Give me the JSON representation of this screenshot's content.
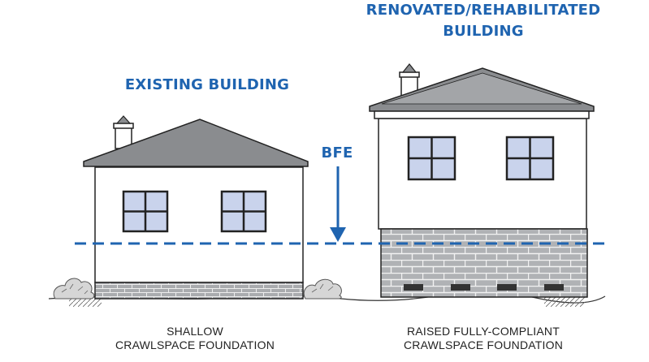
{
  "existing": {
    "title": "EXISTING BUILDING",
    "caption_line1": "SHALLOW",
    "caption_line2": "CRAWLSPACE FOUNDATION"
  },
  "renovated": {
    "title_line1": "RENOVATED/REHABILITATED",
    "title_line2": "BUILDING",
    "caption_line1": "RAISED FULLY-COMPLIANT",
    "caption_line2": "CRAWLSPACE FOUNDATION"
  },
  "bfe": {
    "label": "BFE"
  },
  "colors": {
    "accent": "#1f64b0",
    "roof": "#8a8c8f",
    "wall": "#ffffff",
    "window": "#c9d3ec",
    "brick": "#b0b2b5",
    "outline": "#222222"
  }
}
